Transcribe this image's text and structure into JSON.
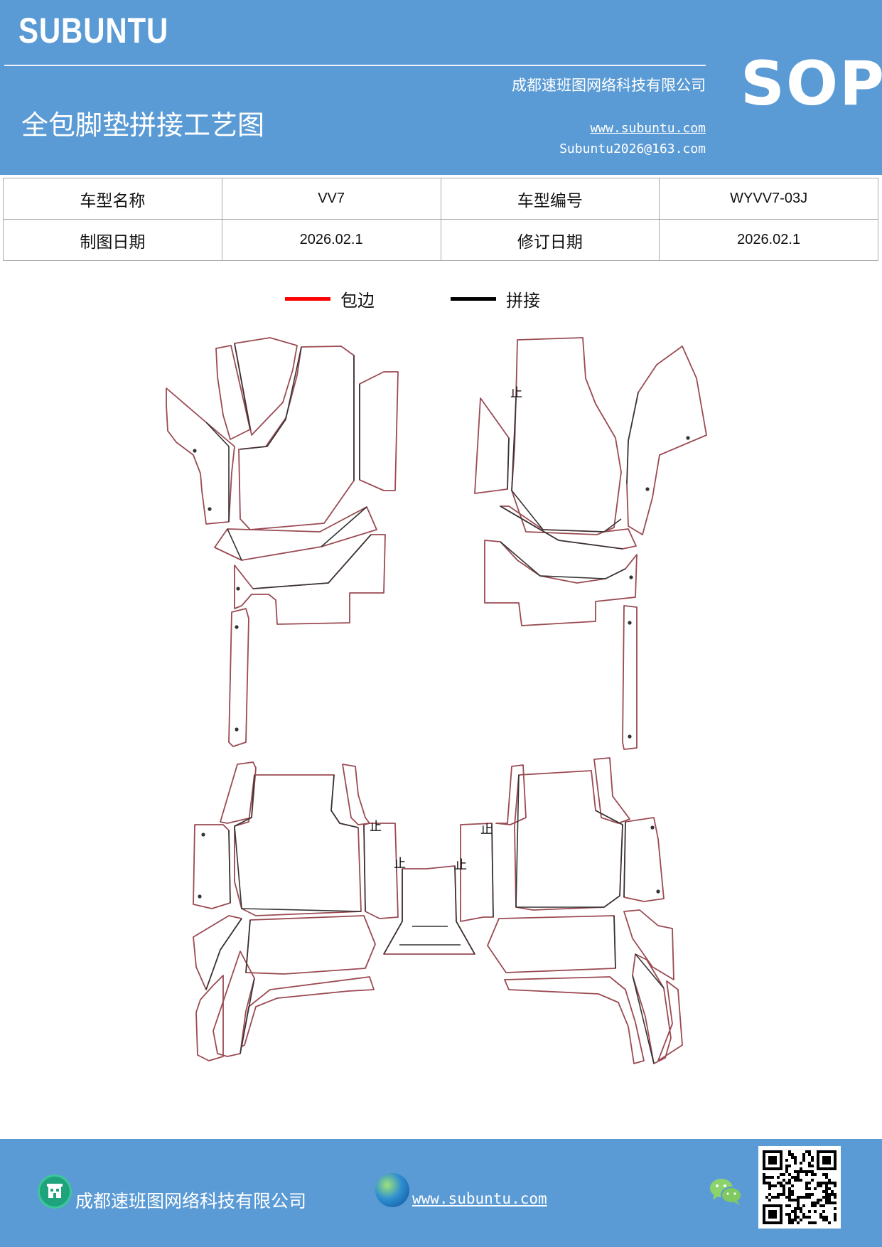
{
  "header": {
    "brand": "SUBUNTU",
    "sop": "SOP",
    "title": "全包脚垫拼接工艺图",
    "company": "成都速班图网络科技有限公司",
    "website": "www.subuntu.com",
    "email": "Subuntu2026@163.com"
  },
  "info": {
    "model_name_label": "车型名称",
    "model_name_value": "VV7",
    "model_code_label": "车型编号",
    "model_code_value": "WYVV7-03J",
    "draw_date_label": "制图日期",
    "draw_date_value": "2026.02.1",
    "revise_date_label": "修订日期",
    "revise_date_value": "2026.02.1"
  },
  "legend": {
    "edge_label": "包边",
    "edge_color": "#ff0000",
    "join_label": "拼接",
    "join_color": "#000000"
  },
  "diagram": {
    "stop_mark": "止",
    "outline_color": "#9a4a52",
    "seam_color": "#333333"
  },
  "footer": {
    "company": "成都速班图网络科技有限公司",
    "website": "www.subuntu.com",
    "company_icon": "building-icon",
    "web_icon": "globe-icon",
    "wechat_icon": "wechat-icon",
    "qr_icon": "qr-code-icon"
  },
  "colors": {
    "brand_blue": "#5b9bd5"
  }
}
